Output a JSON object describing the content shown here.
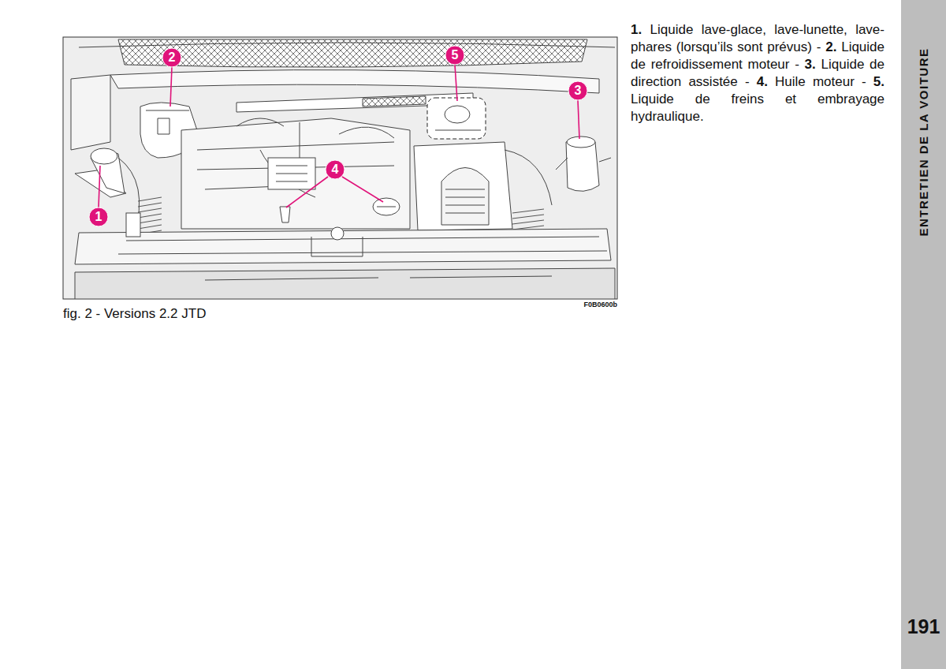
{
  "diagram": {
    "caption": "fig. 2 - Versions 2.2 JTD",
    "nodes": [
      {
        "text": [
          "ENTRETIEN DE LA VOITURE",
          "191"
        ]
      }
    ],
    "labels": [
      "2",
      "5",
      "3",
      "4",
      "1",
      "F0B0600b",
      "1.",
      "Liquide lave-glace, lave-lunette, lave-phares (lorsqu’ils sont prévus) -",
      "2.",
      "Liquide de refroidissement moteur -",
      "3.",
      "Liquide de direction assistée -",
      "4.",
      "Huile moteur -",
      "5.",
      "Liquide de freins et embrayage hydraulique."
    ]
  }
}
